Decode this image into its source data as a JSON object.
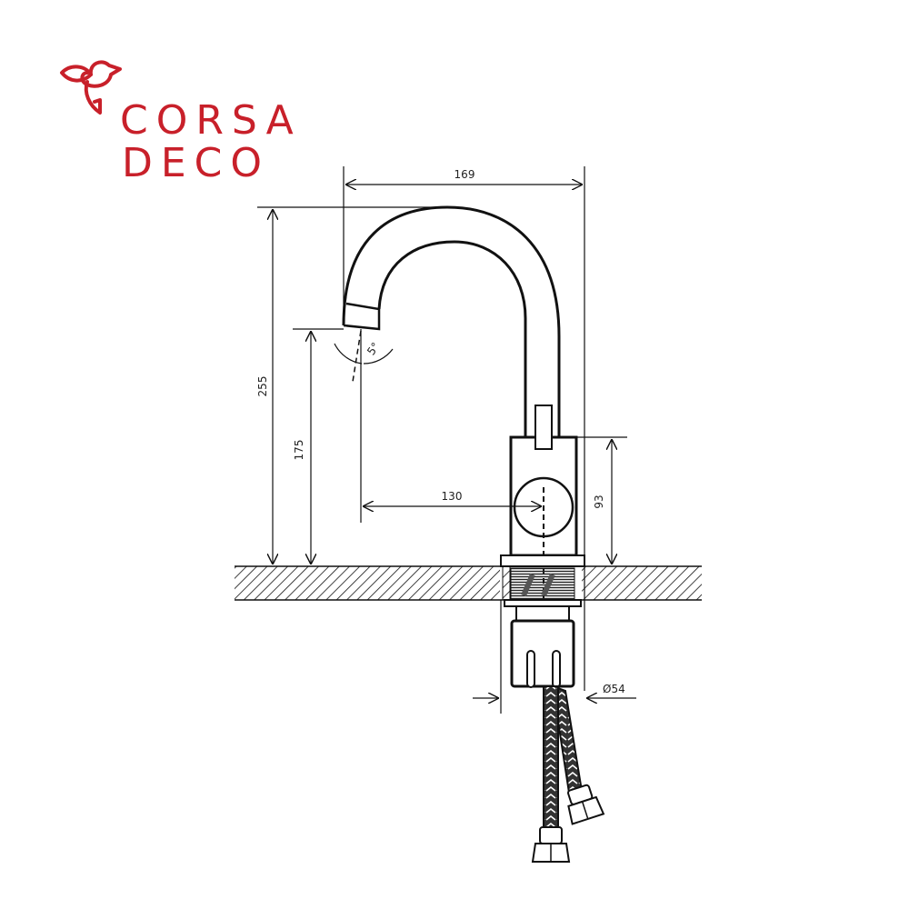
{
  "brand": {
    "name_line1": "CORSA",
    "name_line2": "DECO",
    "logo_icon": "bird-icon",
    "color": "#c8202a"
  },
  "drawing": {
    "subject": "faucet-technical-drawing",
    "line_color": "#111111",
    "dimensions": {
      "overall_reach": "169",
      "overall_height": "255",
      "spout_height": "175",
      "spout_reach": "130",
      "body_height": "93",
      "base_diameter": "Ø54",
      "spout_angle": "5°"
    }
  }
}
